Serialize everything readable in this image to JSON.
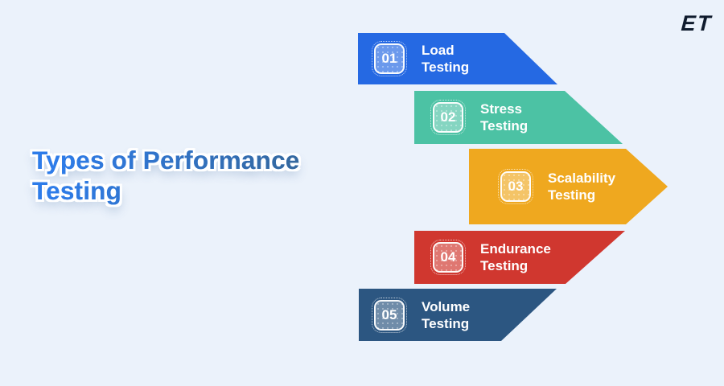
{
  "theme": {
    "--bg": "#ebf2fb",
    "--title-start": "#2e7ce9",
    "--title-end": "#35689d",
    "--logo-color": "#0f1b2d",
    "--text-on-banner": "#ffffff"
  },
  "logo": {
    "text": "ET"
  },
  "title": {
    "text": "Types of Performance Testing"
  },
  "banners": [
    {
      "number": "01",
      "label_line1": "Load",
      "label_line2": "Testing",
      "color": "#2569e3"
    },
    {
      "number": "02",
      "label_line1": "Stress",
      "label_line2": "Testing",
      "color": "#4cc2a4"
    },
    {
      "number": "03",
      "label_line1": "Scalability",
      "label_line2": "Testing",
      "color": "#efa81f"
    },
    {
      "number": "04",
      "label_line1": "Endurance",
      "label_line2": "Testing",
      "color": "#d0372f"
    },
    {
      "number": "05",
      "label_line1": "Volume",
      "label_line2": "Testing",
      "color": "#2c5681"
    }
  ]
}
